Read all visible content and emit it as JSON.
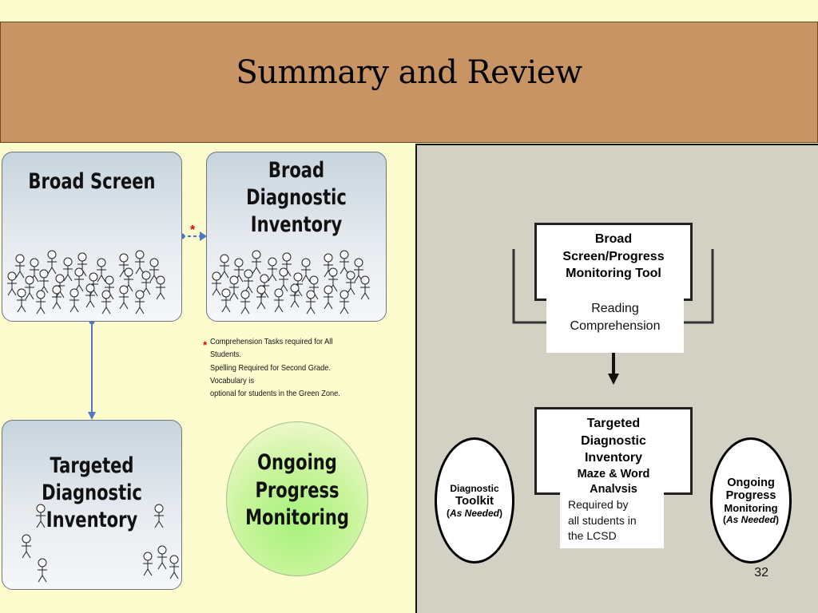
{
  "slide": {
    "title": "Summary and Review",
    "page_number": "32"
  },
  "left_diagram": {
    "broad_screen": [
      "Broad Screen"
    ],
    "broad_diagnostic": [
      "Broad",
      "Diagnostic",
      "Inventory"
    ],
    "targeted_diagnostic": [
      "Targeted",
      "Diagnostic",
      "Inventory"
    ],
    "ongoing_monitoring": [
      "Ongoing",
      "Progress",
      "Monitoring"
    ],
    "connector_star": "*",
    "note_star": "*",
    "note_lines": [
      "Comprehension Tasks required for All Students.",
      "Spelling Required for Second Grade. Vocabulary is",
      "optional for students in the Green Zone."
    ]
  },
  "right_diagram": {
    "broad_screen_tool": [
      "Broad",
      "Screen/Progress",
      "Monitoring Tool"
    ],
    "reading_comprehension": [
      "Reading",
      "Comprehension"
    ],
    "targeted_diagnostic": [
      "Targeted",
      "Diagnostic",
      "Inventory"
    ],
    "maze_word": [
      "Maze & Word",
      "Analysis"
    ],
    "required_note": [
      "Required by",
      "all students in",
      "the LCSD"
    ],
    "diagnostic_toolkit": {
      "line1": "Diagnostic",
      "line2": "Toolkit",
      "line3": "As Needed"
    },
    "ongoing_oval": {
      "line1": "Ongoing",
      "line2": "Progress",
      "line3": "Monitoring",
      "line4": "As Needed"
    }
  }
}
